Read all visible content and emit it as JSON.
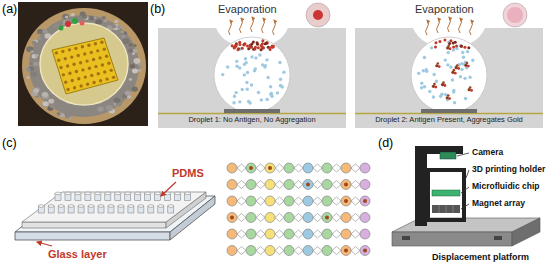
{
  "diagram": {
    "nodes": [
      {
        "text": [
          "Droplet 1: No Antigen, No Aggregation"
        ]
      },
      {
        "text": [
          "Droplet 2: Antigen Present, Aggregates Gold"
        ]
      }
    ],
    "labels": [
      "(a)",
      "(b)",
      "Evaporation",
      "Evaporation",
      "(c)",
      "PDMS",
      "Glass layer",
      "(d)",
      "Camera",
      "3D printing holder",
      "Microfluidic chip",
      "Magnet array",
      "Displacement platform"
    ]
  }
}
